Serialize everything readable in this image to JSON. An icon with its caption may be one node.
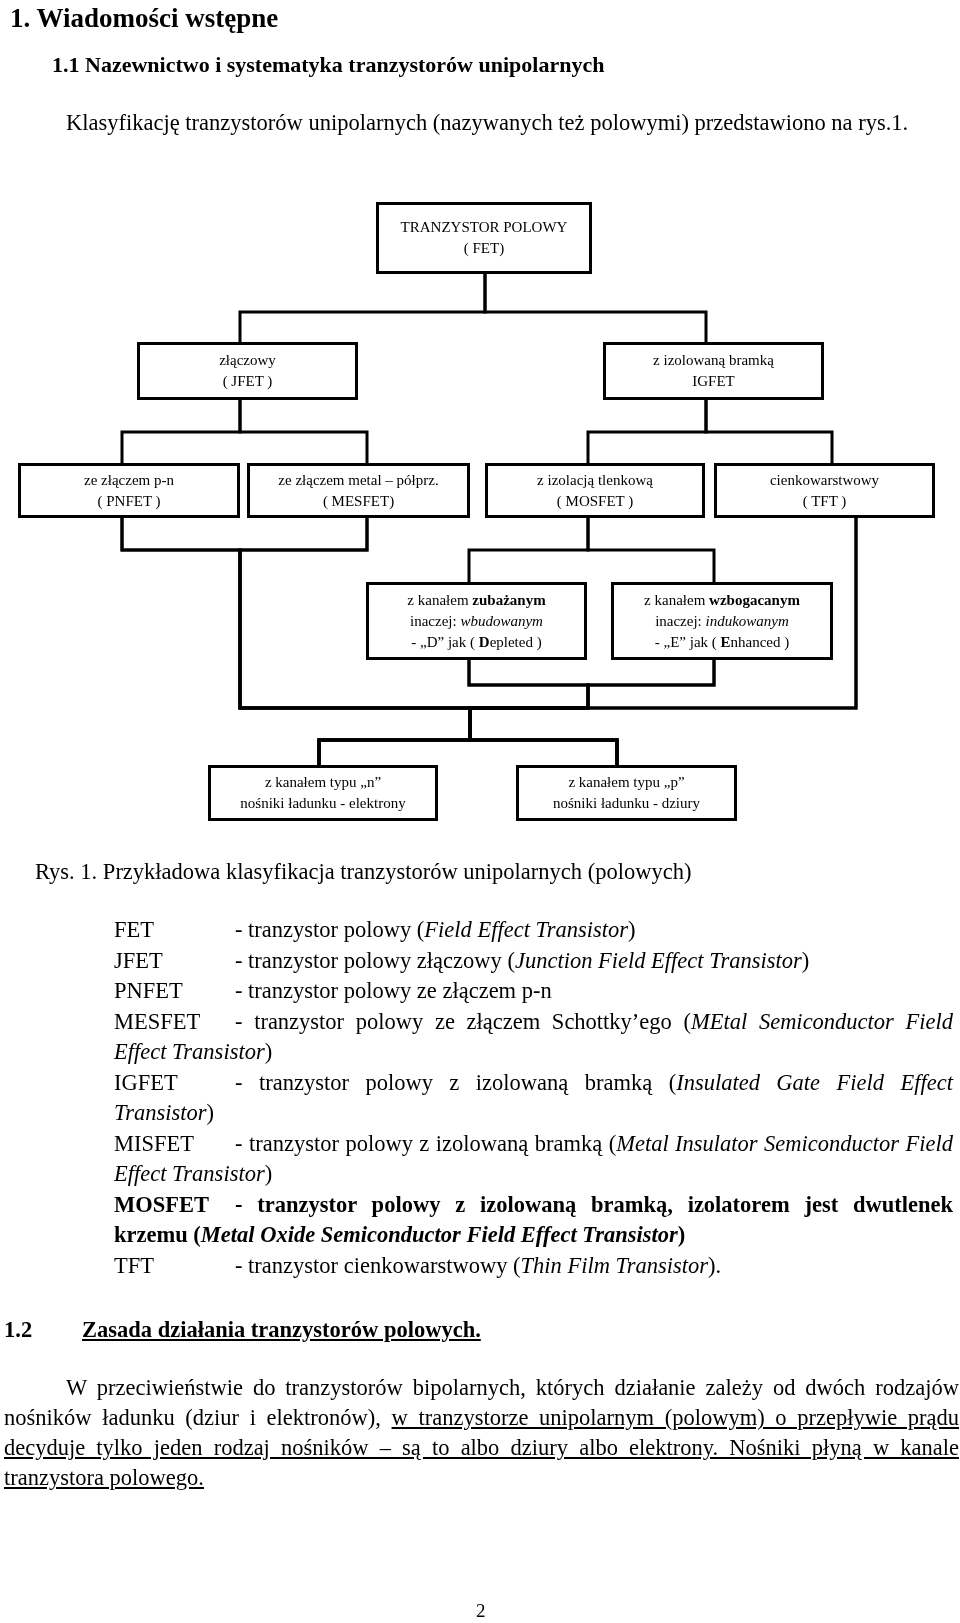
{
  "diagram": {
    "caption": "Rys. 1. Przykładowa klasyfikacja tranzystorów unipolarnych (polowych)",
    "nodes": [
      {
        "text": [
          "TRANZYSTOR POLOWY",
          "( FET)"
        ]
      },
      {
        "text": [
          "złączowy",
          "( JFET )"
        ]
      },
      {
        "text": [
          "z izolowaną bramką",
          "IGFET"
        ]
      },
      {
        "text": [
          "ze złączem p-n",
          "( PNFET )"
        ]
      },
      {
        "text": [
          "ze złączem metal – półprz.",
          "( MESFET)"
        ]
      },
      {
        "text": [
          "z izolacją tlenkową",
          "( MOSFET )"
        ]
      },
      {
        "text": [
          "cienkowarstwowy",
          "( TFT )"
        ]
      },
      {
        "text": [
          "z kanałem **zubażanym**",
          "inaczej: *wbudowanym*",
          "- „D” jak ( **D**epleted )"
        ]
      },
      {
        "text": [
          "z kanałem **wzbogacanym**",
          "inaczej: *indukowanym*",
          "- „E” jak ( **E**nhanced )"
        ]
      },
      {
        "text": [
          "z kanałem typu „n”",
          "nośniki ładunku - elektrony"
        ]
      },
      {
        "text": [
          "z kanałem typu „p”",
          "nośniki ładunku - dziury"
        ]
      }
    ],
    "edges": [
      {
        "from": 0,
        "to": 1,
        "arrow": "none"
      },
      {
        "from": 0,
        "to": 2,
        "arrow": "none"
      },
      {
        "from": 1,
        "to": 3,
        "arrow": "none"
      },
      {
        "from": 1,
        "to": 4,
        "arrow": "none"
      },
      {
        "from": 2,
        "to": 5,
        "arrow": "none"
      },
      {
        "from": 2,
        "to": 6,
        "arrow": "none"
      },
      {
        "from": 5,
        "to": 7,
        "arrow": "none"
      },
      {
        "from": 5,
        "to": 8,
        "arrow": "none"
      },
      {
        "from": 3,
        "to": 9,
        "arrow": "none"
      },
      {
        "from": 3,
        "to": 10,
        "arrow": "none"
      },
      {
        "from": 4,
        "to": 9,
        "arrow": "none"
      },
      {
        "from": 4,
        "to": 10,
        "arrow": "none"
      },
      {
        "from": 7,
        "to": 9,
        "arrow": "none"
      },
      {
        "from": 7,
        "to": 10,
        "arrow": "none"
      },
      {
        "from": 8,
        "to": 9,
        "arrow": "none"
      },
      {
        "from": 8,
        "to": 10,
        "arrow": "none"
      },
      {
        "from": 6,
        "to": 9,
        "arrow": "none"
      },
      {
        "from": 6,
        "to": 10,
        "arrow": "none"
      }
    ],
    "labels": [
      "1. Wiadomości wstępne",
      "1.1 Nazewnictwo i systematyka tranzystorów unipolarnych",
      "Klasyfikację tranzystorów unipolarnych (nazywanych też polowymi) przedstawiono na rys.1.",
      "FET",
      "- tranzystor polowy (*Field Effect Transistor*)",
      "JFET",
      "- tranzystor polowy złączowy (*Junction Field Effect Transistor*)",
      "PNFET",
      "- tranzystor polowy ze złączem p-n",
      "MESFET",
      "- tranzystor polowy ze złączem Schottky’ego (*MEtal Semiconductor Field Effect Transistor*)",
      "IGFET",
      "- tranzystor polowy z izolowaną bramką (*Insulated Gate Field Effect Transistor*)",
      "MISFET",
      "- tranzystor polowy z izolowaną bramką (*Metal Insulator Semiconductor Field Effect Transistor*)",
      "MOSFET",
      "- tranzystor polowy z izolowaną bramką, izolatorem jest dwutlenek krzemu (*Metal Oxide Semiconductor Field Effect Transistor*)",
      "TFT",
      "- tranzystor cienkowarstwowy (*Thin Film Transistor*).",
      "1.2",
      "Zasada działania tranzystorów polowych.",
      "W przeciwieństwie do tranzystorów bipolarnych, których działanie zależy od dwóch rodzajów nośników ładunku (dziur i elektronów),",
      "w tranzystorze unipolarnym (polowym) o przepływie prądu decyduje tylko jeden rodzaj nośników – są to albo dziury albo elektrony. Nośniki płyną w kanale tranzystora polowego.",
      "2"
    ]
  }
}
